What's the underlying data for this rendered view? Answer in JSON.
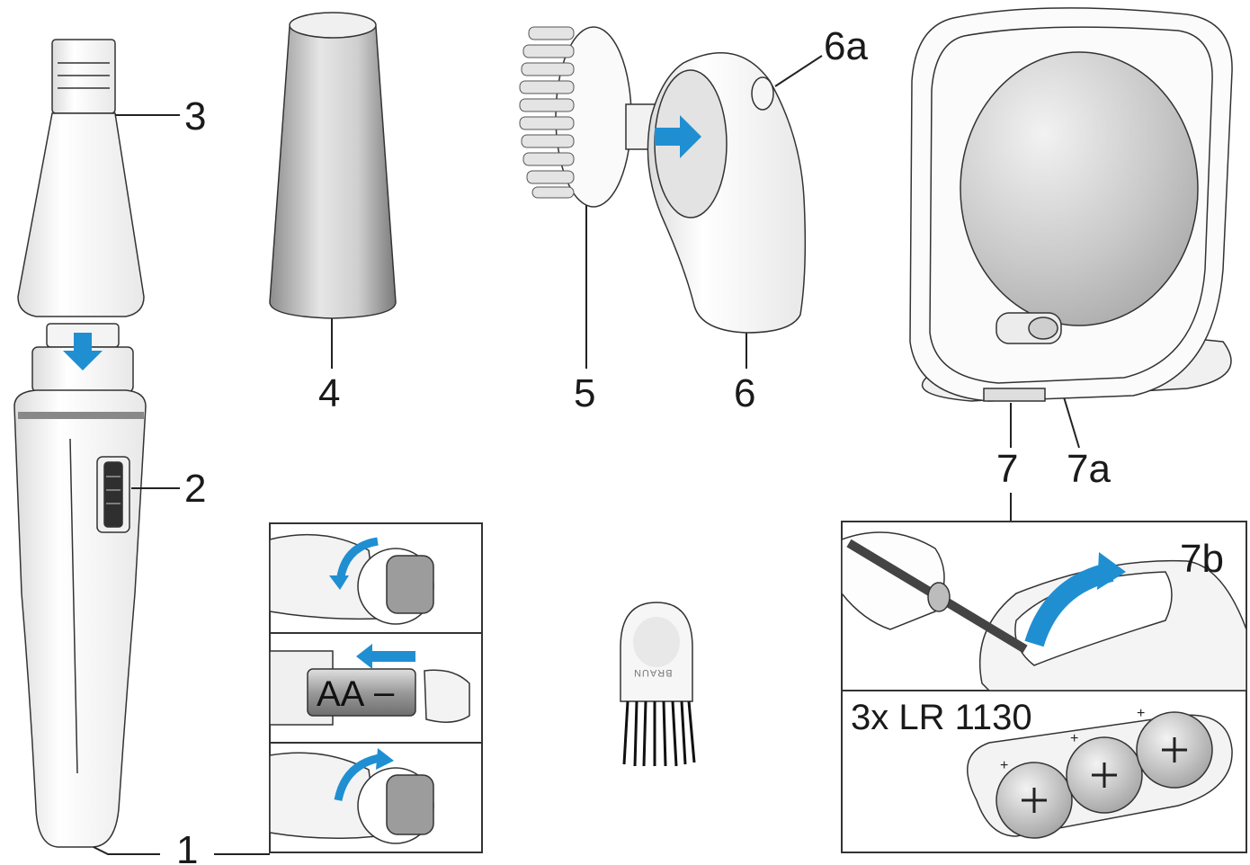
{
  "labels": {
    "one": "1",
    "two": "2",
    "three": "3",
    "four": "4",
    "five": "5",
    "six": "6",
    "six_a": "6a",
    "seven": "7",
    "seven_a": "7a",
    "seven_b": "7b"
  },
  "battery": {
    "aa_text": "AA",
    "minus_text": "–",
    "lr_text": "3x LR 1130"
  },
  "brand": {
    "name": "BRAUN"
  },
  "colors": {
    "accent_blue": "#1f8fd2",
    "line": "#333333"
  }
}
